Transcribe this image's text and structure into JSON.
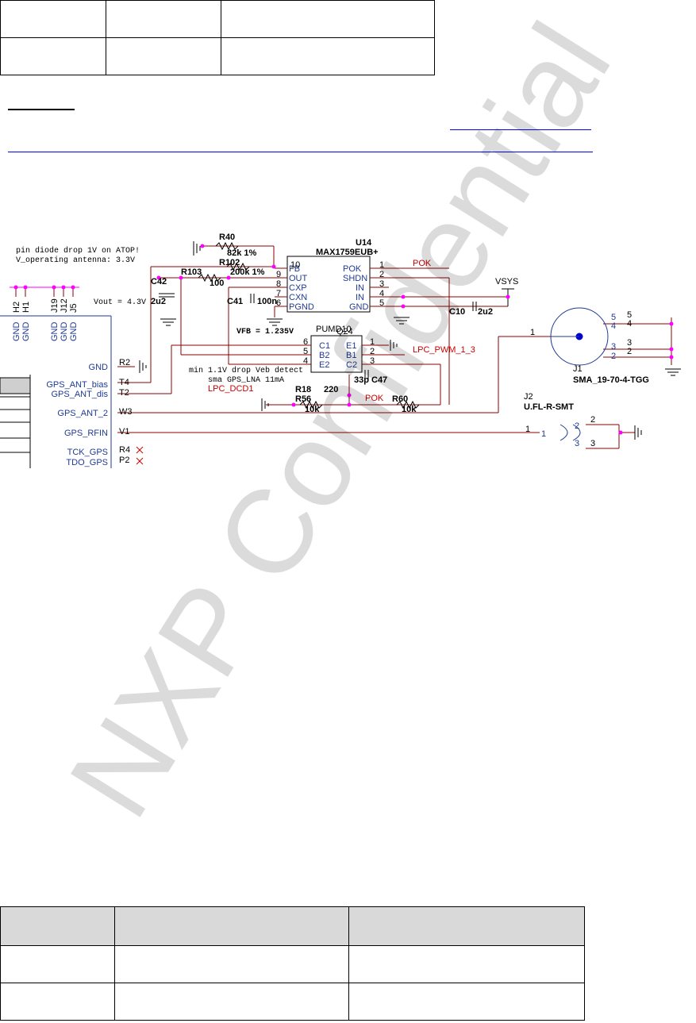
{
  "schematic": {
    "notes": {
      "note_pin_diode": "pin diode drop 1V on ATOP!",
      "note_v_operating": "V_operating antenna: 3.3V",
      "note_vout": "Vout = 4.3V",
      "note_vfb": "VFB = 1.235V",
      "note_min_drop": "min 1.1V drop Veb detect",
      "note_sma_lna": "sma GPS_LNA 11mA"
    },
    "u14": {
      "ref": "U14",
      "part": "MAX1759EUB+",
      "pins_left": [
        "FB",
        "OUT",
        "CXP",
        "CXN",
        "PGND"
      ],
      "pins_left_num": [
        "10",
        "9",
        "8",
        "7",
        "6"
      ],
      "pins_right": [
        "POK",
        "SHDN",
        "IN",
        "IN",
        "GND"
      ],
      "pins_right_num": [
        "1",
        "2",
        "3",
        "4",
        "5"
      ]
    },
    "q24": {
      "ref": "Q24",
      "part": "PUMD10",
      "pins_left": [
        "C1",
        "B2",
        "E2"
      ],
      "pins_left_num": [
        "6",
        "5",
        "4"
      ],
      "pins_right": [
        "E1",
        "B1",
        "C2"
      ],
      "pins_right_num": [
        "1",
        "2",
        "3"
      ]
    },
    "parts": {
      "r40": "R40",
      "r40_val": "82k 1%",
      "r102": "R102",
      "r102_val": "200k 1%",
      "r103": "R103",
      "r103_val": "100",
      "c42": "C42",
      "c42_val": "2u2",
      "c41": "C41",
      "c41_val": "100n",
      "c10": "C10",
      "c10_val": "2u2",
      "r18": "R18",
      "r18_val": "220",
      "r56": "R56",
      "r56_val": "10k",
      "c47": "C47",
      "c47_val": "33p",
      "r60": "R60",
      "r60_val": "10k"
    },
    "nets": {
      "pok": "POK",
      "pok2": "POK",
      "vsys": "VSYS",
      "lpc_pwm": "LPC_PWM_1_3",
      "lpc_dcd": "LPC_DCD1"
    },
    "header_refs": [
      "H2",
      "H1",
      "J19",
      "J12",
      "J5"
    ],
    "header_gnd": [
      "GND",
      "GND",
      "GND",
      "GND",
      "GND"
    ],
    "gps_module": {
      "signals": [
        "GND",
        "GPS_ANT_bias",
        "GPS_ANT_dis",
        "GPS_ANT_2",
        "GPS_RFIN",
        "TCK_GPS",
        "TDO_GPS"
      ],
      "pins": [
        "R2",
        "T4",
        "T2",
        "W3",
        "V1",
        "R4",
        "P2"
      ]
    },
    "j1": {
      "ref": "J1",
      "part": "SMA_19-70-4-TGG",
      "center_pin": "1",
      "pins": [
        "5",
        "4",
        "3",
        "2"
      ],
      "pins_outer": [
        "5",
        "4",
        "3",
        "2"
      ]
    },
    "j2": {
      "ref": "J2",
      "part": "U.FL-R-SMT",
      "pin1": "1",
      "pin1_outer": "1",
      "pin2": "2",
      "pin2_outer": "2",
      "pin3": "3",
      "pin3_outer": "3"
    }
  },
  "watermark": {
    "text": "NXP Confidential"
  }
}
